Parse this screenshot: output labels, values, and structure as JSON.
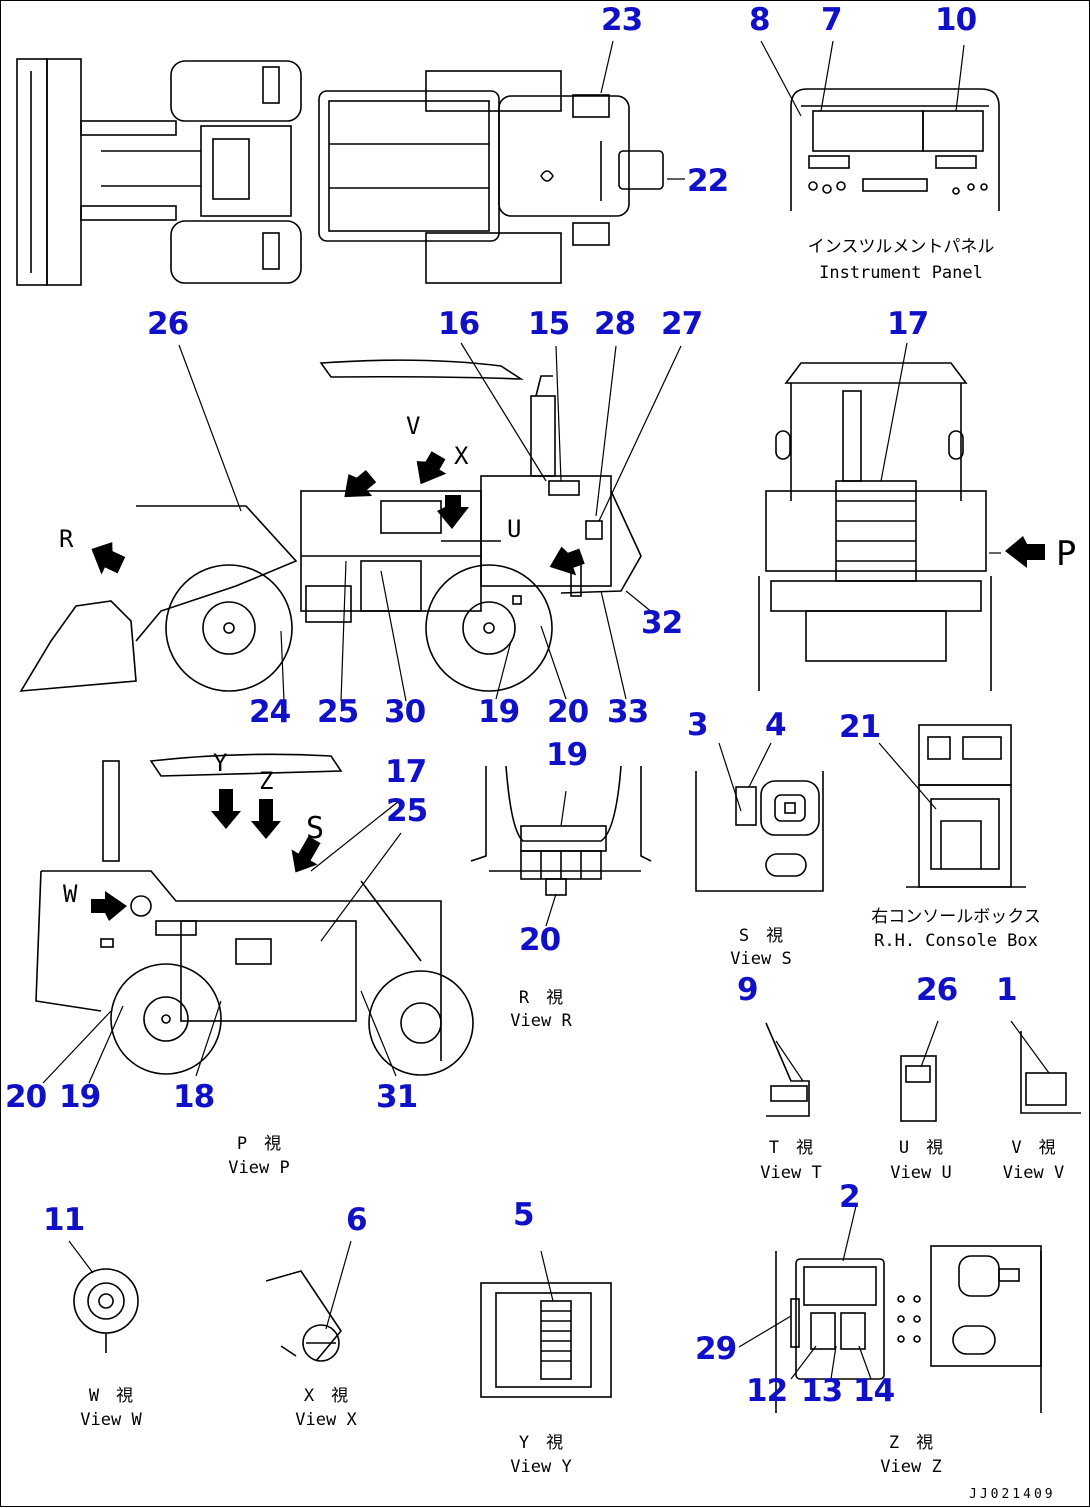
{
  "callouts": {
    "n1": "1",
    "n2": "2",
    "n3": "3",
    "n4": "4",
    "n5": "5",
    "n6": "6",
    "n7": "7",
    "n8": "8",
    "n9": "9",
    "n10": "10",
    "n11": "11",
    "n12": "12",
    "n13": "13",
    "n14": "14",
    "n15": "15",
    "n16": "16",
    "n17a": "17",
    "n17b": "17",
    "n18": "18",
    "n19a": "19",
    "n19b": "19",
    "n19c": "19",
    "n20a": "20",
    "n20b": "20",
    "n20c": "20",
    "n21": "21",
    "n22": "22",
    "n23": "23",
    "n24": "24",
    "n25a": "25",
    "n25b": "25",
    "n26a": "26",
    "n26b": "26",
    "n27": "27",
    "n28": "28",
    "n29": "29",
    "n30": "30",
    "n31": "31",
    "n32": "32",
    "n33": "33"
  },
  "captions": {
    "instrument_panel_jp": "インスツルメントパネル",
    "instrument_panel_en": "Instrument Panel",
    "console_jp": "右コンソールボックス",
    "console_en": "R.H. Console Box",
    "view_s_jp": "S　視",
    "view_s_en": "View S",
    "view_r_jp": "R　視",
    "view_r_en": "View R",
    "view_p_jp": "P　視",
    "view_p_en": "View P",
    "view_t_jp": "T　視",
    "view_t_en": "View T",
    "view_u_jp": "U　視",
    "view_u_en": "View U",
    "view_v_jp": "V　視",
    "view_v_en": "View V",
    "view_w_jp": "W　視",
    "view_w_en": "View W",
    "view_x_jp": "X　視",
    "view_x_en": "View X",
    "view_y_jp": "Y　視",
    "view_y_en": "View Y",
    "view_z_jp": "Z　視",
    "view_z_en": "View Z"
  },
  "view_letters": {
    "p_marker": "P",
    "r": "R",
    "v": "V",
    "x": "X",
    "y": "Y",
    "z": "Z",
    "s": "S",
    "w": "W",
    "u": "U"
  },
  "doc_id": "JJ021409",
  "colors": {
    "callout": "#1010c8",
    "line": "#000000",
    "background": "#ffffff"
  }
}
